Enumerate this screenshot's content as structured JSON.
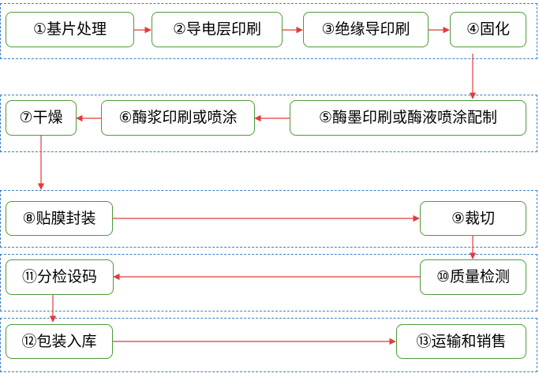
{
  "colors": {
    "box_border": "#4e9a3a",
    "group_border": "#3b7ec6",
    "arrow": "#e23b3b",
    "text": "#000000"
  },
  "steps": {
    "s1": "①基片处理",
    "s2": "②导电层印刷",
    "s3": "③绝缘导印刷",
    "s4": "④固化",
    "s5": "⑤酶墨印刷或酶液喷涂配制",
    "s6": "⑥酶浆印刷或喷涂",
    "s7": "⑦干燥",
    "s8": "⑧贴膜封装",
    "s9": "⑨裁切",
    "s10": "⑩质量检测",
    "s11": "⑪分检设码",
    "s12": "⑫包装入库",
    "s13": "⑬运输和销售"
  }
}
